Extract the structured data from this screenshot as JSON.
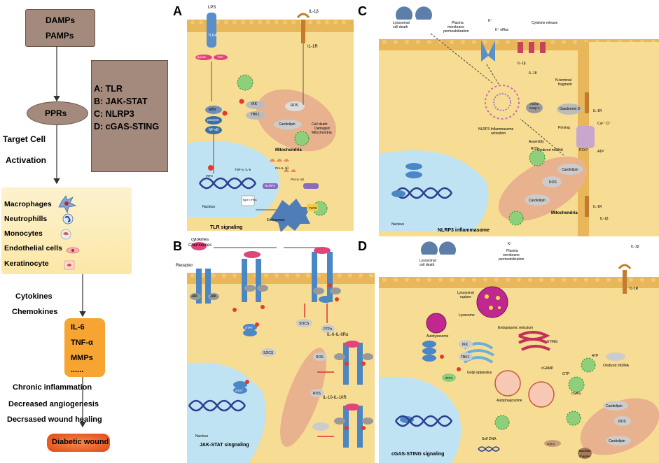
{
  "left_flow": {
    "top_box_line1": "DAMPs",
    "top_box_line2": "PAMPs",
    "pprs": "PPRs",
    "target_line1": "Target Cell",
    "target_line2": "Activation",
    "legend": [
      "A:  TLR",
      "B:  JAK-STAT",
      "C:  NLRP3",
      "D:  cGAS-STING"
    ],
    "cells": [
      "Macrophages",
      "Neutrophills",
      "Monocytes",
      "Endothelial cells",
      "Keratinocyte"
    ],
    "cytokines": "Cytokines",
    "chemokines": "Chemokines",
    "factors": [
      "IL-6",
      "TNF-α",
      "MMPs",
      "......"
    ],
    "outcomes": [
      "Chronic inflammation",
      "Decreased angiogenesis",
      "Decrsased wound healing"
    ],
    "final": "Diabetic wound"
  },
  "panel_a": {
    "letter": "A",
    "lps": "LPS",
    "il1b": "IL-1β",
    "tlr4": "TLR4",
    "il1r": "IL-1R",
    "myd88": "MyD88",
    "trif": "TRIF",
    "ikk": "IKK",
    "tbk1": "TBK1",
    "ikba": "IκBα",
    "p50p65": "p50/p65",
    "nfkb": "NF-κB",
    "cardiolipin": "Cardiolipin",
    "ros": "ROS",
    "cell_death": "Cell death",
    "damaged": "Damaged",
    "mitochondria_lc": "Mitochondria",
    "mitochondria_title": "Mitochondria",
    "irf3": "IRF3",
    "pro_il1b": "Pro-IL-1β",
    "tnf_il6": "TNF-α, IL-6",
    "pro_il18": "Pro-IL-18",
    "nlrp3": "NLRP3",
    "type_ifns": "Type I IFNs",
    "nucleus": "Nucleus",
    "endosomal": "Endosomal",
    "tlr9": "TLR9",
    "caption": "TLR signaling"
  },
  "panel_b": {
    "letter": "B",
    "cytokines": "cytokines",
    "chemokines": "Chemokines",
    "receptor": "Receptor",
    "jak": "JAK",
    "stat": "STAT",
    "socs": "SOCS",
    "ptps": "PTPs",
    "il6r": "IL-6-IL-6Rα",
    "il10r": "IL-10-IL-10R",
    "ros": "ROS",
    "p": "P",
    "nucleus": "Nucleus",
    "caption": "JAK-STAT singnaling"
  },
  "panel_c": {
    "letter": "C",
    "lysosomal": "Lysosomal",
    "cell_death": "cell death",
    "plasma1": "Plasma",
    "plasma2": "membrane",
    "plasma3": "permeabilization",
    "k_plus": "K⁺",
    "k_efflux": "K⁺ efflux",
    "cytokine_release": "Cytokine release",
    "il1b": "IL-1β",
    "il18": "IL-18",
    "n_terminal": "N-terminal",
    "fragment": "fragment",
    "gasdermin": "Gasdermin D",
    "active": "Active",
    "casp1": "Casp-1",
    "inflammasome1": "NLRP3 Inflammasome",
    "inflammasome2": "activation",
    "priming": "Priming",
    "assembly": "Assembly",
    "oxidized": "Oxidized mtDNA",
    "il1r": "IL-1R",
    "ca_cl": "Ca²⁺  Cl⁻",
    "p2x7": "P2X7",
    "atp": "ATP",
    "cardiolipin": "Cardiolipin",
    "ros": "ROS",
    "mitochondria": "Mitochondria",
    "nucleus": "Nucleus",
    "caption": "NLRP3 inflammasome"
  },
  "panel_d": {
    "letter": "D",
    "lysosomal": "Lysosomal",
    "cell_death": "cell death",
    "k_plus": "K⁺",
    "plasma1": "Plasma",
    "plasma2": "membrane",
    "plasma3": "permeabilization",
    "il1b": "IL-1β",
    "il1r": "IL-1R",
    "rupture1": "Lysosomal",
    "rupture2": "rupture",
    "lysosome": "Lysosome",
    "autolysosome": "Autolysosome",
    "er": "Endoplasmic reticulum",
    "sting": "STING",
    "cgamp": "cGAMP",
    "golgi": "Golgi apparatus",
    "autophagosome": "Autophagosome",
    "cgas": "cGAS",
    "gtp": "GTP",
    "atp": "ATP",
    "ikk": "IKK",
    "tbk1": "TBK1",
    "irf3": "IRF3",
    "oxidized": "Oxidized mtDNA",
    "cardiolipin": "Cardiolipin",
    "ros": "ROS",
    "cyt_c": "Cyt C",
    "bax": "Bax/Bak",
    "channel": "channel",
    "self_dna": "Self DNA",
    "caption": "cGAS-STING signaling"
  },
  "colors": {
    "brown_box": "#a38a7d",
    "membrane": "#e7b75a",
    "cytoplasm": "#f7dd93",
    "nucleus": "#bfe3f3",
    "mito": "#e9b28f",
    "orange_box": "#f6a532",
    "diabetic": "#e8561d",
    "red_p": "#e23b2b"
  }
}
